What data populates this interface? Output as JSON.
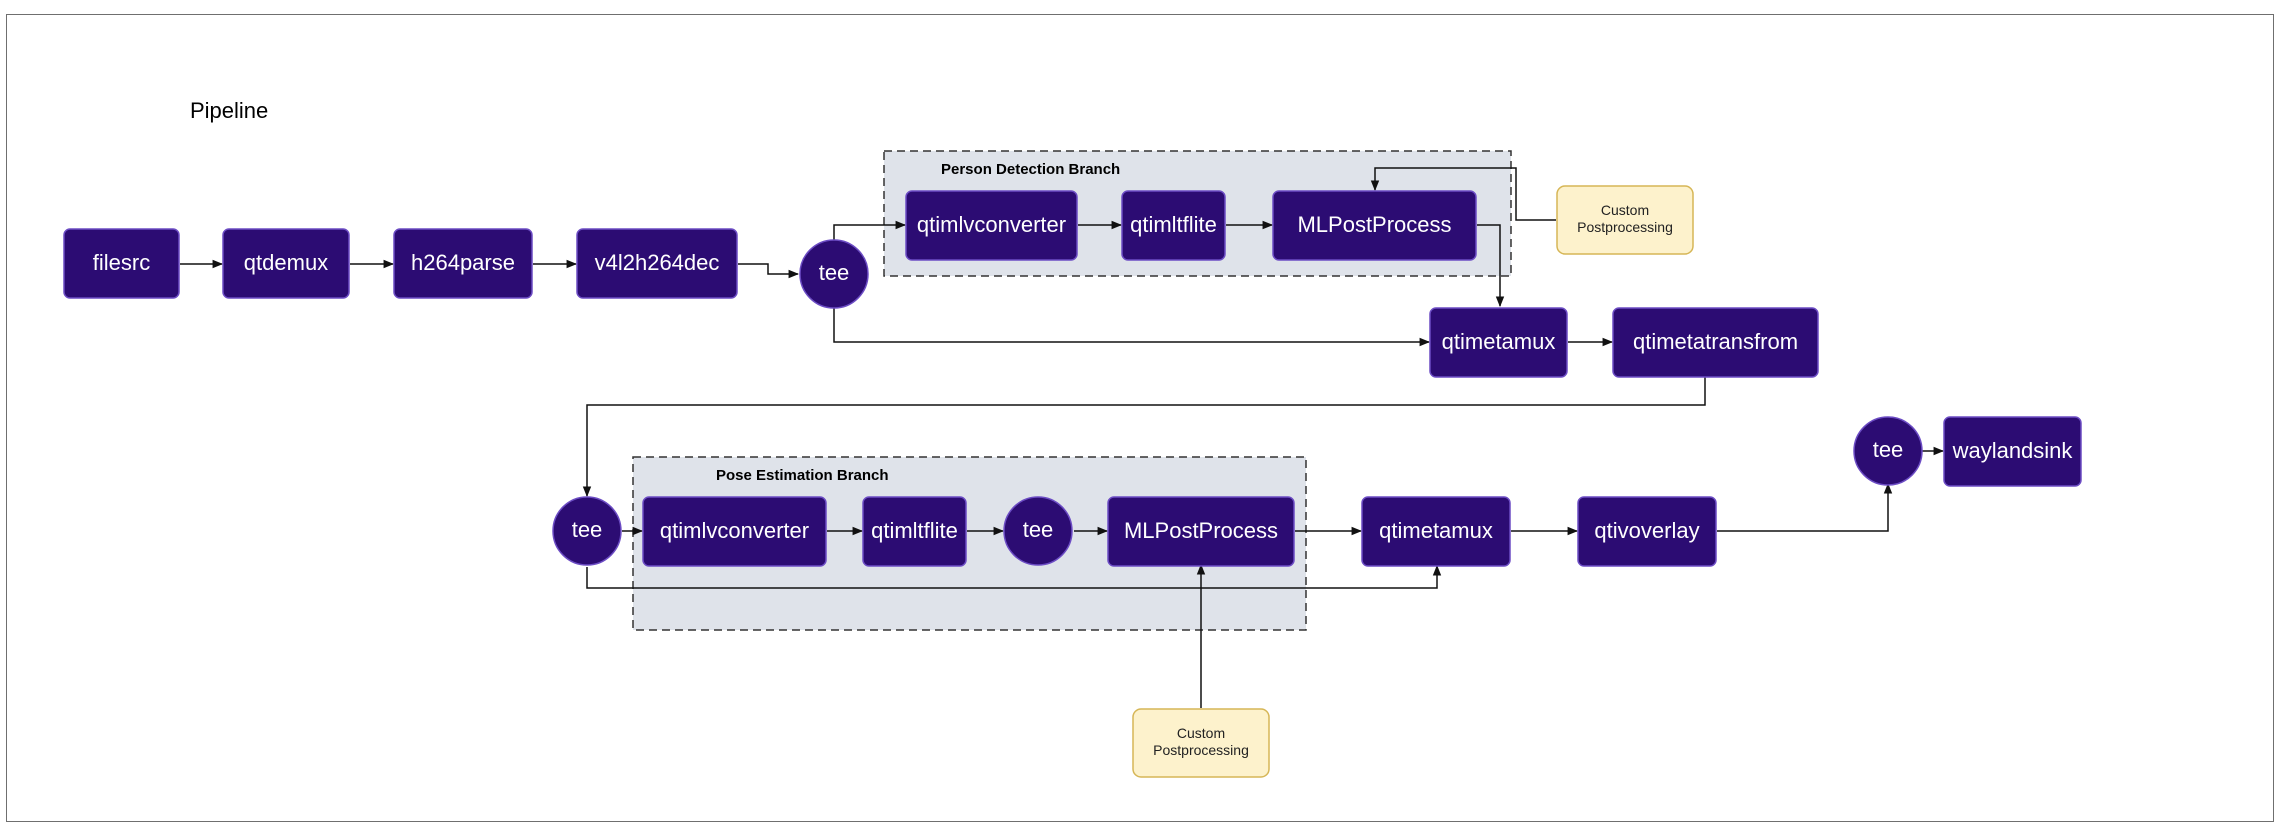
{
  "diagram": {
    "title": "Pipeline",
    "colors": {
      "node_fill": "#2c0c73",
      "node_text": "#ffffff",
      "note_fill": "#fdf2cc",
      "branch_fill": "#dfe3ea"
    },
    "branches": {
      "person_detection": "Person Detection Branch",
      "pose_estimation": "Pose Estimation Branch"
    },
    "nodes": {
      "filesrc": "filesrc",
      "qtdemux": "qtdemux",
      "h264parse": "h264parse",
      "v4l2h264dec": "v4l2h264dec",
      "tee1": "tee",
      "conv1": "qtimlvconverter",
      "tflite1": "qtimltflite",
      "post1": "MLPostProcess",
      "metamux1": "qtimetamux",
      "transform": "qtimetatransfrom",
      "tee2": "tee",
      "conv2": "qtimlvconverter",
      "tflite2": "qtimltflite",
      "tee3": "tee",
      "post2": "MLPostProcess",
      "metamux2": "qtimetamux",
      "overlay": "qtivoverlay",
      "tee4": "tee",
      "sink": "waylandsink"
    },
    "notes": {
      "custom1": [
        "Custom",
        "Postprocessing"
      ],
      "custom2": [
        "Custom",
        "Postprocessing"
      ]
    }
  }
}
